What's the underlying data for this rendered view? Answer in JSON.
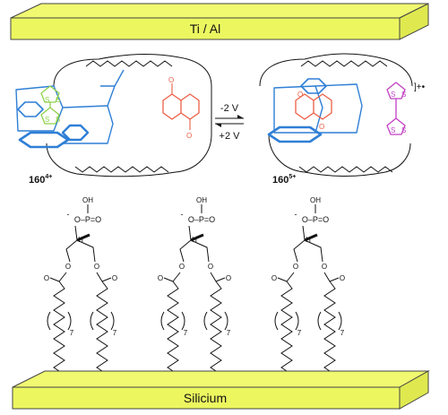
{
  "electrodes": {
    "top_label": "Ti / Al",
    "bottom_label": "Silicium"
  },
  "colors": {
    "slab_fill": "#f0f970",
    "slab_stroke": "#444444",
    "blue": "#2f7fd6",
    "green": "#8fd24a",
    "red": "#ec5f45",
    "magenta": "#c23fc4",
    "black": "#111111"
  },
  "switch": {
    "forward": "-2 V",
    "reverse": "+2 V"
  },
  "state_left": {
    "base": "160",
    "charge": "4+"
  },
  "state_right": {
    "base": "160",
    "charge": "5+",
    "radical_tag": "]+•"
  },
  "lipid": {
    "oh": "OH",
    "p_group": "O–P=O",
    "o_minus": "-",
    "h": "H",
    "o": "O",
    "repeat": "7",
    "count": 3
  }
}
